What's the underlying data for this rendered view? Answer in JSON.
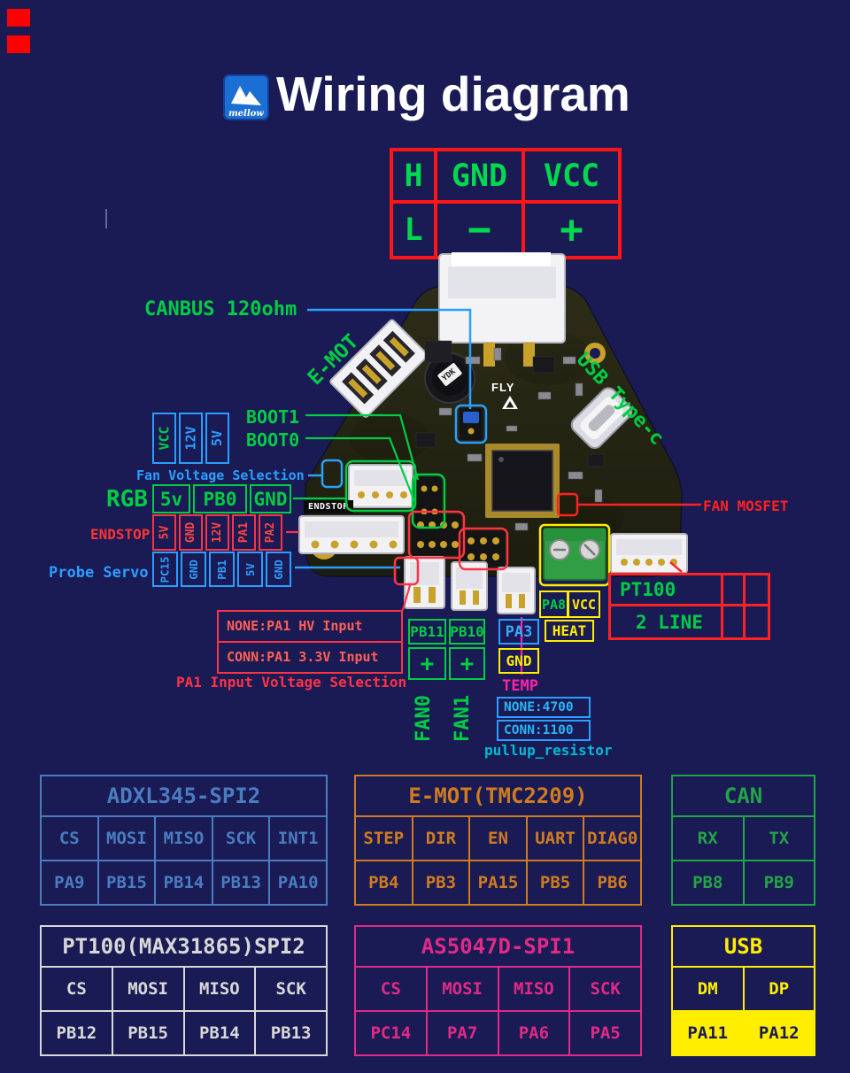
{
  "colors": {
    "background": "#1a1a55",
    "green": "#00cc44",
    "blue": "#2a9fff",
    "red": "#ff2222",
    "yellow": "#ffee00",
    "magenta": "#ff22aa",
    "cyan": "#00bcd4",
    "table_blue": "#4a7dc0",
    "table_orange": "#cf7c1f",
    "table_green": "#21a547",
    "table_white": "#d8d8d8",
    "table_pink": "#e02a85",
    "table_yellow": "#ffee00"
  },
  "header": {
    "title": "Wiring diagram",
    "logo_text": "mellow"
  },
  "legend": {
    "rows": [
      [
        "H",
        "GND",
        "VCC"
      ],
      [
        "L",
        "−",
        "+"
      ]
    ]
  },
  "annotations": {
    "canbus": "CANBUS 120ohm",
    "emot": "E-MOT",
    "usb_typec": "USB Type-c",
    "boot1": "BOOT1",
    "boot0": "BOOT0",
    "fan_voltage": {
      "options": [
        "VCC",
        "12V",
        "5V"
      ],
      "caption": "Fan Voltage Selection"
    },
    "rgb": {
      "label": "RGB",
      "pins": [
        "5v",
        "PB0",
        "GND"
      ]
    },
    "endstop": {
      "label": "ENDSTOP",
      "pins": [
        "5V",
        "GND",
        "12V",
        "PA1",
        "PA2"
      ]
    },
    "probe_servo": {
      "label": "Probe Servo",
      "pins": [
        "PC15",
        "GND",
        "PB1",
        "5V",
        "GND"
      ]
    },
    "pa1_selection": {
      "rows": [
        "NONE:PA1 HV Input",
        "CONN:PA1 3.3V Input"
      ],
      "caption": "PA1 Input Voltage Selection"
    },
    "fans": {
      "pins": [
        "PB11",
        "PB10"
      ],
      "plus": [
        "+",
        "+"
      ],
      "names": [
        "FAN0",
        "FAN1"
      ]
    },
    "heater": {
      "pins": [
        "PA8",
        "VCC"
      ],
      "label": "HEAT"
    },
    "thermistor": {
      "pa3": "PA3",
      "gnd": "GND",
      "temp": "TEMP",
      "options": [
        "NONE:4700",
        "CONN:1100"
      ],
      "caption": "pullup_resistor"
    },
    "pt100": {
      "title": "PT100",
      "subtitle": "2 LINE"
    },
    "fan_mosfet": "FAN MOSFET"
  },
  "board_silk": {
    "endstop": "ENDSTOP",
    "fly": "FLY",
    "buzzer": "YDK"
  },
  "tables": [
    {
      "title": "ADXL345-SPI2",
      "color": "#4a7dc0",
      "cols": [
        "CS",
        "MOSI",
        "MISO",
        "SCK",
        "INT1"
      ],
      "vals": [
        "PA9",
        "PB15",
        "PB14",
        "PB13",
        "PA10"
      ]
    },
    {
      "title": "E-MOT(TMC2209)",
      "color": "#cf7c1f",
      "cols": [
        "STEP",
        "DIR",
        "EN",
        "UART",
        "DIAG0"
      ],
      "vals": [
        "PB4",
        "PB3",
        "PA15",
        "PB5",
        "PB6"
      ]
    },
    {
      "title": "CAN",
      "color": "#21a547",
      "cols": [
        "RX",
        "TX"
      ],
      "vals": [
        "PB8",
        "PB9"
      ]
    },
    {
      "title": "PT100(MAX31865)SPI2",
      "color": "#d8d8d8",
      "cols": [
        "CS",
        "MOSI",
        "MISO",
        "SCK"
      ],
      "vals": [
        "PB12",
        "PB15",
        "PB14",
        "PB13"
      ]
    },
    {
      "title": "AS5047D-SPI1",
      "color": "#e02a85",
      "cols": [
        "CS",
        "MOSI",
        "MISO",
        "SCK"
      ],
      "vals": [
        "PC14",
        "PA7",
        "PA6",
        "PA5"
      ]
    },
    {
      "title": "USB",
      "color": "#ffee00",
      "cols": [
        "DM",
        "DP"
      ],
      "vals": [
        "PA11",
        "PA12"
      ],
      "highlight_vals": true
    }
  ]
}
